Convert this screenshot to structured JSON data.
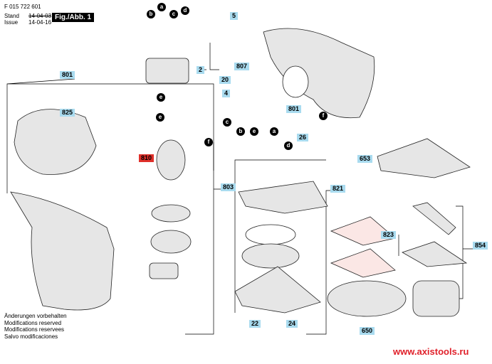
{
  "header": {
    "part_number": "F 015 722 601",
    "stand_label": "Stand",
    "issue_label": "Issue",
    "date_old": "14-04-03",
    "date_new": "14-04-16",
    "figure": "Fig./Abb. 1"
  },
  "notes": [
    "Änderungen vorbehalten",
    "Modifications reserved",
    "Modifications reservees",
    "Salvo modificaciones"
  ],
  "watermark": "www.axistools.ru",
  "labels": [
    "801",
    "825",
    "2",
    "810",
    "803",
    "5",
    "807",
    "20",
    "4",
    "801",
    "26",
    "653",
    "821",
    "823",
    "854",
    "22",
    "24",
    "650"
  ],
  "letters": [
    "b",
    "a",
    "c",
    "d",
    "e",
    "e",
    "f",
    "c",
    "b",
    "e",
    "a",
    "f",
    "d"
  ],
  "colors": {
    "label_bg": "#a9dbef",
    "highlight": "#e0302a",
    "watermark": "#e0202a"
  }
}
